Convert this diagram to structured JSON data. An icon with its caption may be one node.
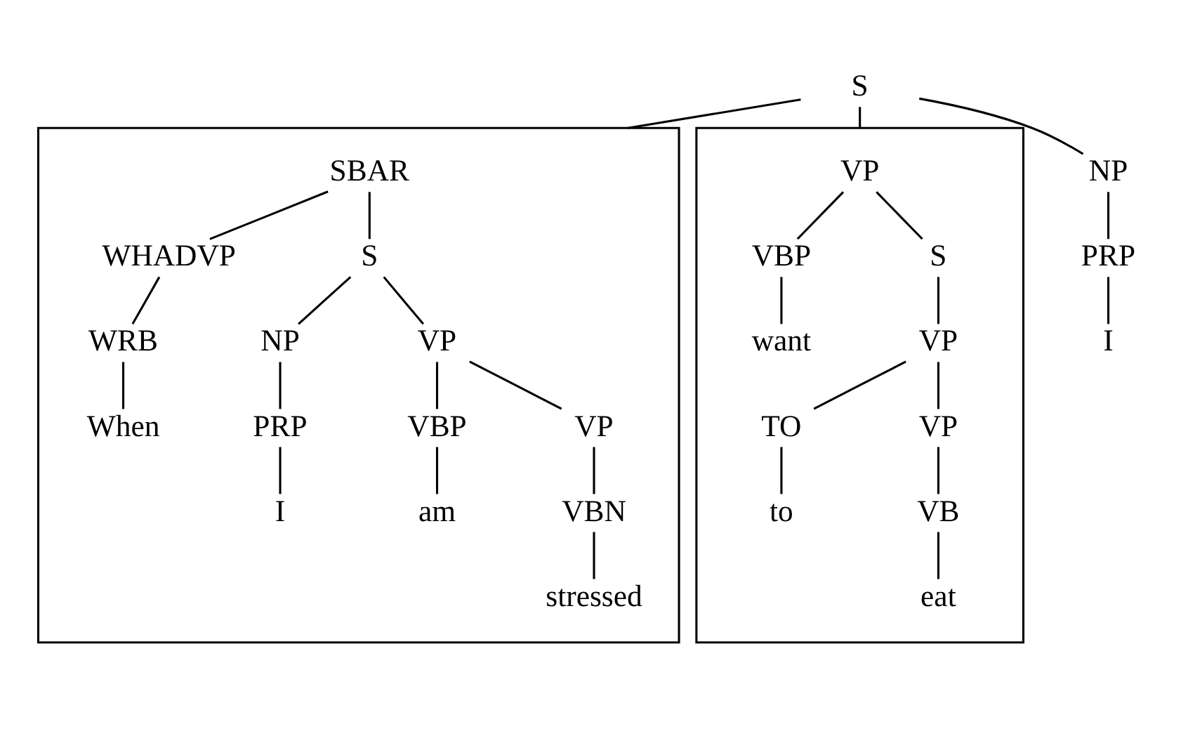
{
  "diagram": {
    "nodes": [
      {
        "text": [
          "S"
        ]
      },
      {
        "text": [],
        "shape": "box"
      },
      {
        "text": [
          "SBAR"
        ],
        "in": 1
      },
      {
        "text": [
          "WHADVP"
        ],
        "in": 1
      },
      {
        "text": [
          "WRB"
        ],
        "in": 1
      },
      {
        "text": [
          "When"
        ],
        "in": 1
      },
      {
        "text": [
          "S"
        ],
        "in": 1
      },
      {
        "text": [
          "NP"
        ],
        "in": 1
      },
      {
        "text": [
          "PRP"
        ],
        "in": 1
      },
      {
        "text": [
          "I"
        ],
        "in": 1
      },
      {
        "text": [
          "VP"
        ],
        "in": 1
      },
      {
        "text": [
          "VBP"
        ],
        "in": 1
      },
      {
        "text": [
          "am"
        ],
        "in": 1
      },
      {
        "text": [
          "VP"
        ],
        "in": 1
      },
      {
        "text": [
          "VBN"
        ],
        "in": 1
      },
      {
        "text": [
          "stressed"
        ],
        "in": 1
      },
      {
        "text": [
          "NP"
        ]
      },
      {
        "text": [
          "PRP"
        ]
      },
      {
        "text": [
          "I"
        ]
      },
      {
        "text": [],
        "shape": "box"
      },
      {
        "text": [
          "VP"
        ],
        "in": 19
      },
      {
        "text": [
          "VBP"
        ],
        "in": 19
      },
      {
        "text": [
          "want"
        ],
        "in": 19
      },
      {
        "text": [
          "S"
        ],
        "in": 19
      },
      {
        "text": [
          "VP"
        ],
        "in": 19
      },
      {
        "text": [
          "TO"
        ],
        "in": 19
      },
      {
        "text": [
          "to"
        ],
        "in": 19
      },
      {
        "text": [
          "VP"
        ],
        "in": 19
      },
      {
        "text": [
          "VB"
        ],
        "in": 19
      },
      {
        "text": [
          "eat"
        ],
        "in": 19
      }
    ],
    "edges": [
      {
        "from": 0,
        "to": 1,
        "arrow": "none"
      },
      {
        "from": 0,
        "to": 16,
        "arrow": "none"
      },
      {
        "from": 0,
        "to": 19,
        "arrow": "none"
      },
      {
        "from": 2,
        "to": 3,
        "arrow": "none"
      },
      {
        "from": 2,
        "to": 6,
        "arrow": "none"
      },
      {
        "from": 3,
        "to": 4,
        "arrow": "none"
      },
      {
        "from": 4,
        "to": 5,
        "arrow": "none"
      },
      {
        "from": 6,
        "to": 7,
        "arrow": "none"
      },
      {
        "from": 6,
        "to": 10,
        "arrow": "none"
      },
      {
        "from": 7,
        "to": 8,
        "arrow": "none"
      },
      {
        "from": 8,
        "to": 9,
        "arrow": "none"
      },
      {
        "from": 10,
        "to": 11,
        "arrow": "none"
      },
      {
        "from": 10,
        "to": 13,
        "arrow": "none"
      },
      {
        "from": 11,
        "to": 12,
        "arrow": "none"
      },
      {
        "from": 13,
        "to": 14,
        "arrow": "none"
      },
      {
        "from": 14,
        "to": 15,
        "arrow": "none"
      },
      {
        "from": 16,
        "to": 17,
        "arrow": "none"
      },
      {
        "from": 17,
        "to": 18,
        "arrow": "none"
      },
      {
        "from": 20,
        "to": 21,
        "arrow": "none"
      },
      {
        "from": 20,
        "to": 23,
        "arrow": "none"
      },
      {
        "from": 21,
        "to": 22,
        "arrow": "none"
      },
      {
        "from": 23,
        "to": 24,
        "arrow": "none"
      },
      {
        "from": 24,
        "to": 25,
        "arrow": "none"
      },
      {
        "from": 24,
        "to": 27,
        "arrow": "none"
      },
      {
        "from": 25,
        "to": 26,
        "arrow": "none"
      },
      {
        "from": 27,
        "to": 28,
        "arrow": "none"
      },
      {
        "from": 28,
        "to": 29,
        "arrow": "none"
      }
    ]
  }
}
